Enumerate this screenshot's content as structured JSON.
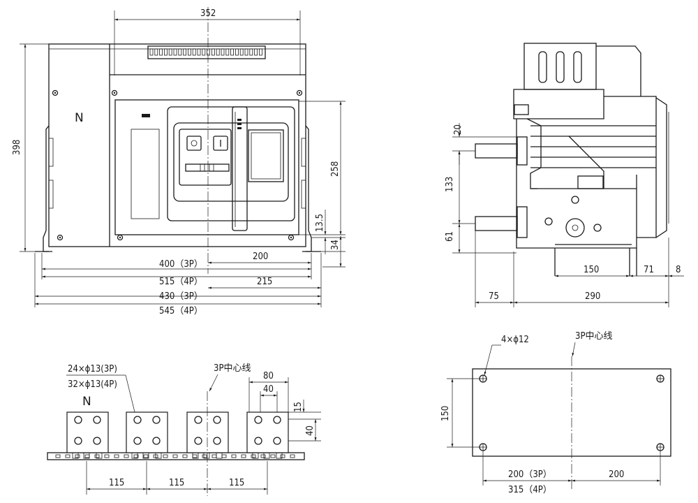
{
  "front_view": {
    "n_label": "N",
    "dims": {
      "top_width": "352",
      "height": "398",
      "panel_height": "258",
      "offset_13_5": "13.5",
      "offset_34": "34",
      "half_200": "200",
      "half_215": "215",
      "w_400_3p": "400（3P）",
      "w_515_4p": "515（4P）",
      "w_430_3p": "430（3P）",
      "w_545_4p": "545（4P）"
    },
    "buttons": {
      "off": "O",
      "on": "I"
    }
  },
  "side_view": {
    "dims": {
      "d20": "20",
      "d133": "133",
      "d61": "61",
      "d150": "150",
      "d71": "71",
      "d8": "8",
      "d75": "75",
      "d290": "290"
    }
  },
  "terminal_view": {
    "holes_3p": "24×ϕ13(3P)",
    "holes_4p": "32×ϕ13(4P)",
    "n_label": "N",
    "center_line": "3P中心线",
    "dims": {
      "d80": "80",
      "d40h": "40",
      "d15": "15",
      "d40v": "40",
      "pitch1": "115",
      "pitch2": "115",
      "pitch3": "115"
    }
  },
  "mount_view": {
    "holes": "4×ϕ12",
    "center_line": "3P中心线",
    "dims": {
      "d150": "150",
      "w_200_3p": "200（3P）",
      "w_315_4p": "315（4P）",
      "d200": "200"
    }
  }
}
